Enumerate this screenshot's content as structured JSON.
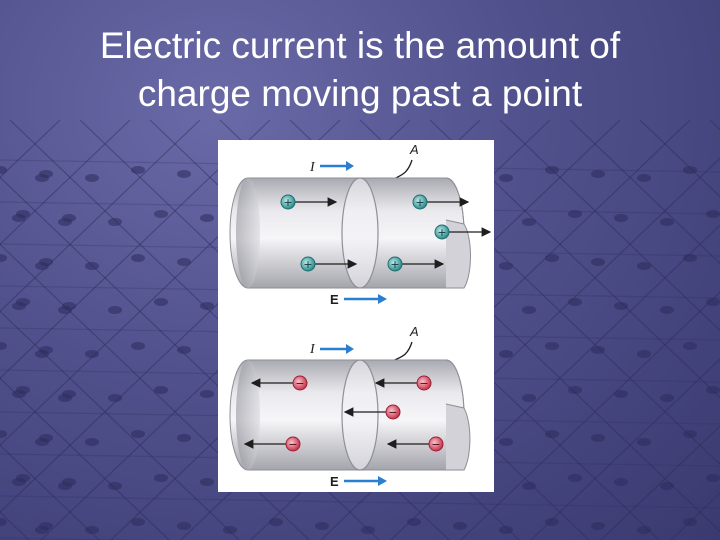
{
  "slide": {
    "title_line1": "Electric current is the amount of",
    "title_line2": "charge moving past a point"
  },
  "figure": {
    "top_panel": {
      "current_label": "I",
      "area_label": "A",
      "field_label": "E",
      "charge_sign": "+",
      "charge_color": "#2a8a8a",
      "drift_direction": "right"
    },
    "bottom_panel": {
      "current_label": "I",
      "area_label": "A",
      "field_label": "E",
      "charge_sign": "−",
      "charge_color": "#c8324a",
      "drift_direction": "left"
    },
    "arrow_color": "#2b7fd0"
  }
}
